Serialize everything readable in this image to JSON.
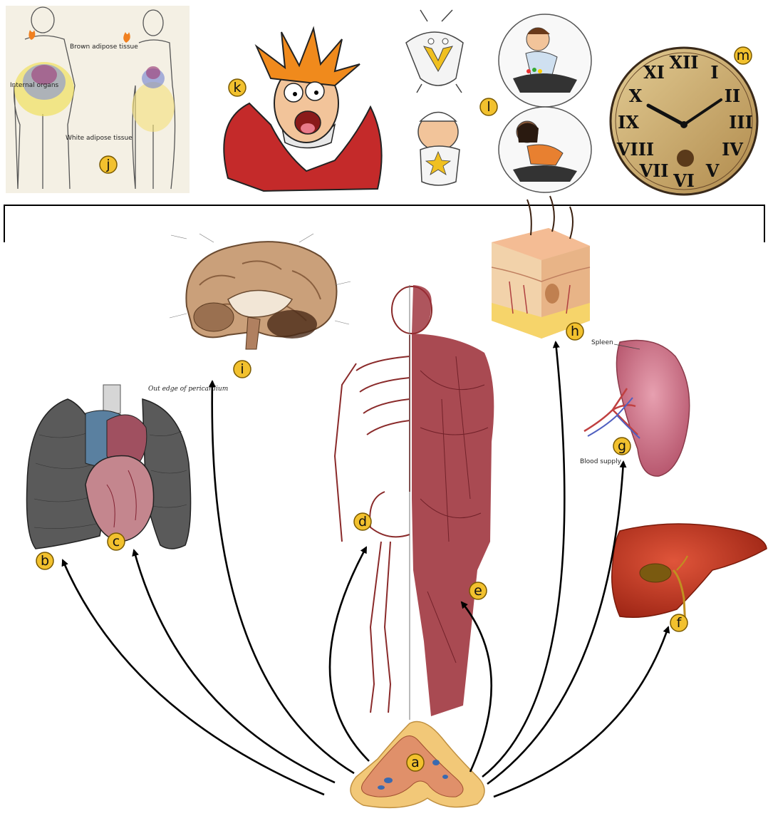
{
  "labels": {
    "a": "a",
    "b": "b",
    "c": "c",
    "d": "d",
    "e": "e",
    "f": "f",
    "g": "g",
    "h": "h",
    "i": "i",
    "j": "j",
    "k": "k",
    "l": "l",
    "m": "m"
  },
  "image_text": {
    "heart_caption": "Out edge of pericardium",
    "spleen": "Spleen",
    "blood_supply": "Blood supply",
    "fat_brown": "Brown adipose tissue",
    "fat_internal": "Internal organs",
    "fat_white": "White adipose tissue"
  },
  "colors": {
    "label_fill": "#f2c12e",
    "label_stroke": "#7a5a00",
    "arrow": "#000000"
  }
}
